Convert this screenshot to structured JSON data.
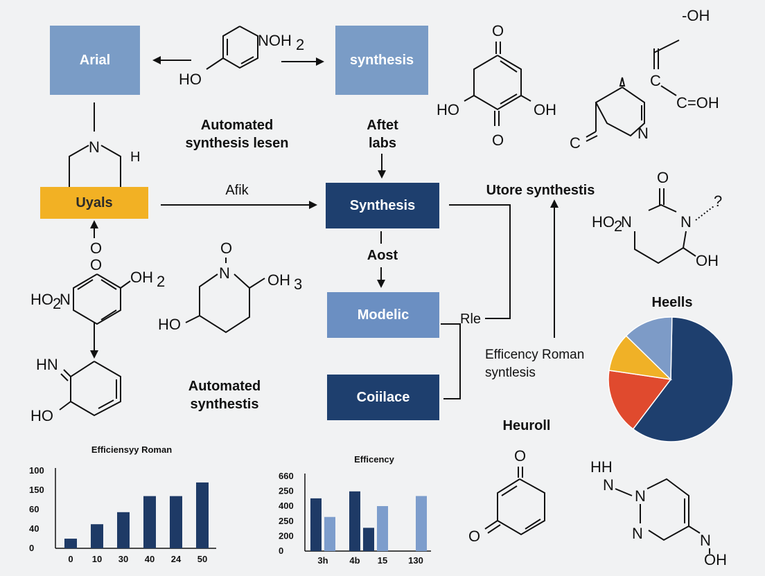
{
  "boxes": {
    "arial": {
      "label": "Arial",
      "color": "#7a9cc6"
    },
    "synthesis_top": {
      "label": "synthesis",
      "color": "#7a9cc6"
    },
    "uyals": {
      "label": "Uyals",
      "color": "#f2b124"
    },
    "synthesis_main": {
      "label": "Synthesis",
      "color": "#1e3f6e"
    },
    "modelic": {
      "label": "Modelic",
      "color": "#6b8fc2"
    },
    "coiilace": {
      "label": "Coiilace",
      "color": "#1e3f6e"
    }
  },
  "labels": {
    "automated_lesen": "Automated\nsynthesis lesen",
    "aftet_labs": "Aftet\nlabs",
    "afik": "Afik",
    "aost": "Aost",
    "rle": "Rle",
    "utore": "Utore synthestis",
    "efficency_roman": "Efficency Roman\nsyntlesis",
    "automated_synthestis": "Automated\nsynthestis",
    "heells": "Heells",
    "heuroll": "Heuroll",
    "h_char": "H"
  },
  "molecule_labels": {
    "pyridine_noh2": "NOH",
    "pyridine_sub": "2",
    "pyridine_ho": "HO",
    "quinone_o_top": "O",
    "quinone_ho": "HO",
    "quinone_oh": "OH",
    "quinone_o_bottom": "O",
    "pyrroline_n": "N",
    "pyrroline_c": "C",
    "acid_oh": "-OH",
    "acid_c1": "C",
    "acid_coh": "C=OH",
    "pip_n": "N",
    "pyridone_o_top": "O",
    "pyridone_o": "O",
    "pyridone_oh2": "OH",
    "pyridone_oh2_sub": "2",
    "pyridone_ho2n": "HO",
    "pyridone_ho2n_sub": "2",
    "pyridone_n": "N",
    "piperidine_o": "O",
    "piperidine_n": "N",
    "piperidine_oh3": "OH",
    "piperidine_oh3_sub": "3",
    "piperidine_ho": "HO",
    "aryl_hn": "HN",
    "aryl_ho": "HO",
    "pyrimid_o": "O",
    "pyrimid_ho2n": "HO",
    "pyrimid_sub": "2",
    "pyrimid_n1": "N",
    "pyrimid_n2": "N",
    "pyrimid_oh": "OH",
    "pyrimid_mark": "?",
    "dione_o_top": "O",
    "dione_o_bottom": "O",
    "hyd_hh": "HH",
    "hyd_n1": "N",
    "hyd_n2": "N",
    "hyd_n3": "N",
    "hyd_n4": "N",
    "hyd_oh": "OH"
  },
  "chart_data": [
    {
      "type": "bar",
      "title": "Efficiensyy Roman",
      "categories": [
        "0",
        "10",
        "30",
        "40",
        "24",
        "50"
      ],
      "y_tick_labels": [
        "0",
        "40",
        "60",
        "150",
        "100"
      ],
      "values": [
        0.12,
        0.3,
        0.45,
        0.65,
        0.65,
        0.82
      ],
      "colors": {
        "bar": "#1e3a66"
      }
    },
    {
      "type": "bar",
      "title": "Efficency",
      "categories": [
        "3h",
        "4b",
        "15",
        "130"
      ],
      "y_tick_labels": [
        "0",
        "200",
        "250",
        "400",
        "250",
        "660"
      ],
      "series": [
        {
          "values": [
            0.68,
            0.77,
            0.3
          ]
        },
        {
          "values": [
            0.44,
            0.58,
            0.71
          ]
        }
      ],
      "layout_order": [
        {
          "series": 0,
          "index": 0
        },
        {
          "series": 1,
          "index": 0
        },
        {
          "series": 0,
          "index": 1
        },
        {
          "series": 0,
          "index": 2
        },
        {
          "series": 1,
          "index": 1
        },
        {
          "series": 0,
          "index": 3
        },
        {
          "series": 1,
          "index": 2
        }
      ],
      "note_values": "series 0 has an extra bar; values are fraction of axis height",
      "colors": {
        "dark": "#1e3a66",
        "light": "#7d9dcc"
      }
    },
    {
      "type": "pie",
      "title": "Heells",
      "slices": [
        {
          "value": 0.6,
          "color": "#1e3f6e"
        },
        {
          "value": 0.17,
          "color": "#e04a2e"
        },
        {
          "value": 0.1,
          "color": "#f0b127"
        },
        {
          "value": 0.13,
          "color": "#7d9bc7"
        }
      ]
    }
  ]
}
